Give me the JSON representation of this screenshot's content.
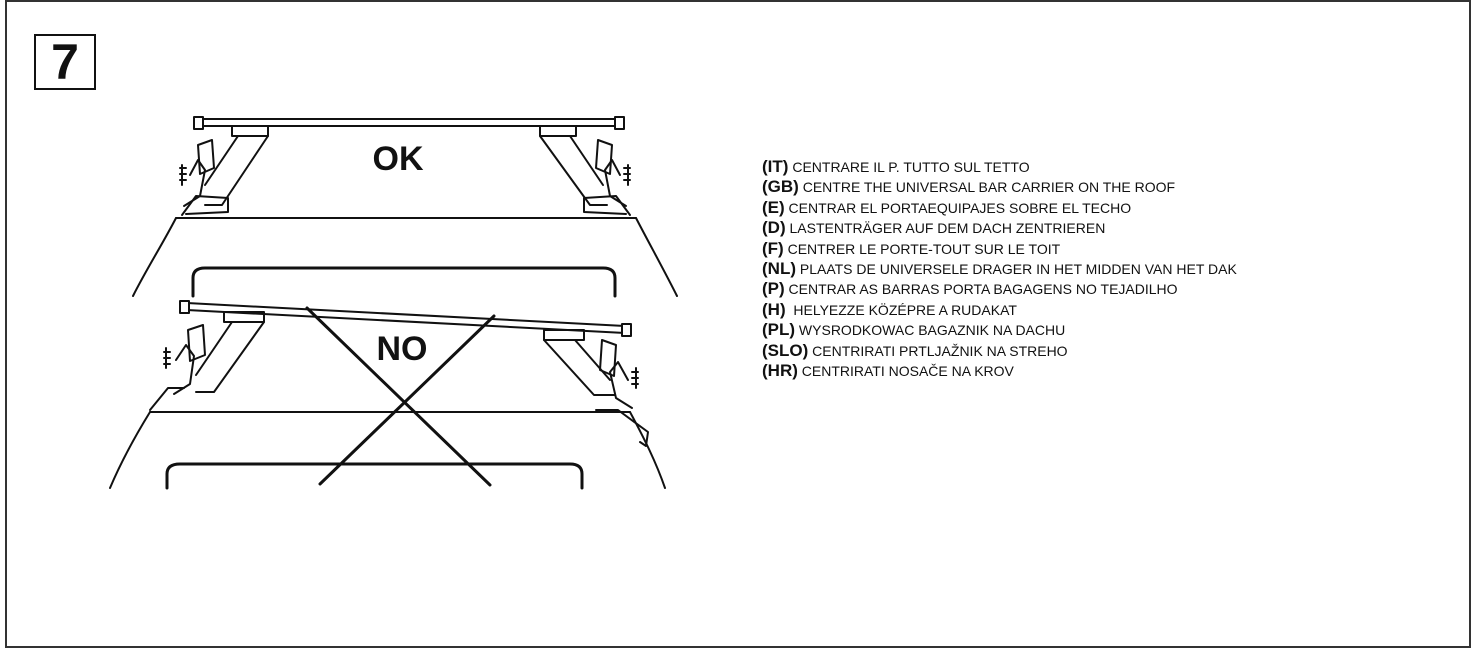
{
  "step": {
    "number": "7"
  },
  "illustration": {
    "ok_label": "OK",
    "no_label": "NO"
  },
  "instructions": [
    {
      "code": "(IT)",
      "text": " CENTRARE IL P. TUTTO SUL TETTO"
    },
    {
      "code": "(GB)",
      "text": " CENTRE THE UNIVERSAL BAR CARRIER ON THE ROOF"
    },
    {
      "code": "(E)",
      "text": " CENTRAR EL PORTAEQUIPAJES SOBRE EL TECHO"
    },
    {
      "code": "(D)",
      "text": " LASTENTRÄGER AUF DEM DACH ZENTRIEREN"
    },
    {
      "code": "(F)",
      "text": " CENTRER LE PORTE-TOUT SUR LE TOIT"
    },
    {
      "code": "(NL)",
      "text": " PLAATS DE UNIVERSELE DRAGER IN HET MIDDEN VAN HET DAK"
    },
    {
      "code": "(P)",
      "text": " CENTRAR AS BARRAS PORTA BAGAGENS NO TEJADILHO"
    },
    {
      "code": "(H)",
      "text": "  HELYEZZE KÖZÉPRE A RUDAKAT"
    },
    {
      "code": "(PL)",
      "text": " WYSRODKOWAC BAGAZNIK NA DACHU"
    },
    {
      "code": "(SLO)",
      "text": " CENTRIRATI PRTLJAŽNIK NA STREHO"
    },
    {
      "code": "(HR)",
      "text": " CENTRIRATI NOSAČE NA KROV"
    }
  ]
}
